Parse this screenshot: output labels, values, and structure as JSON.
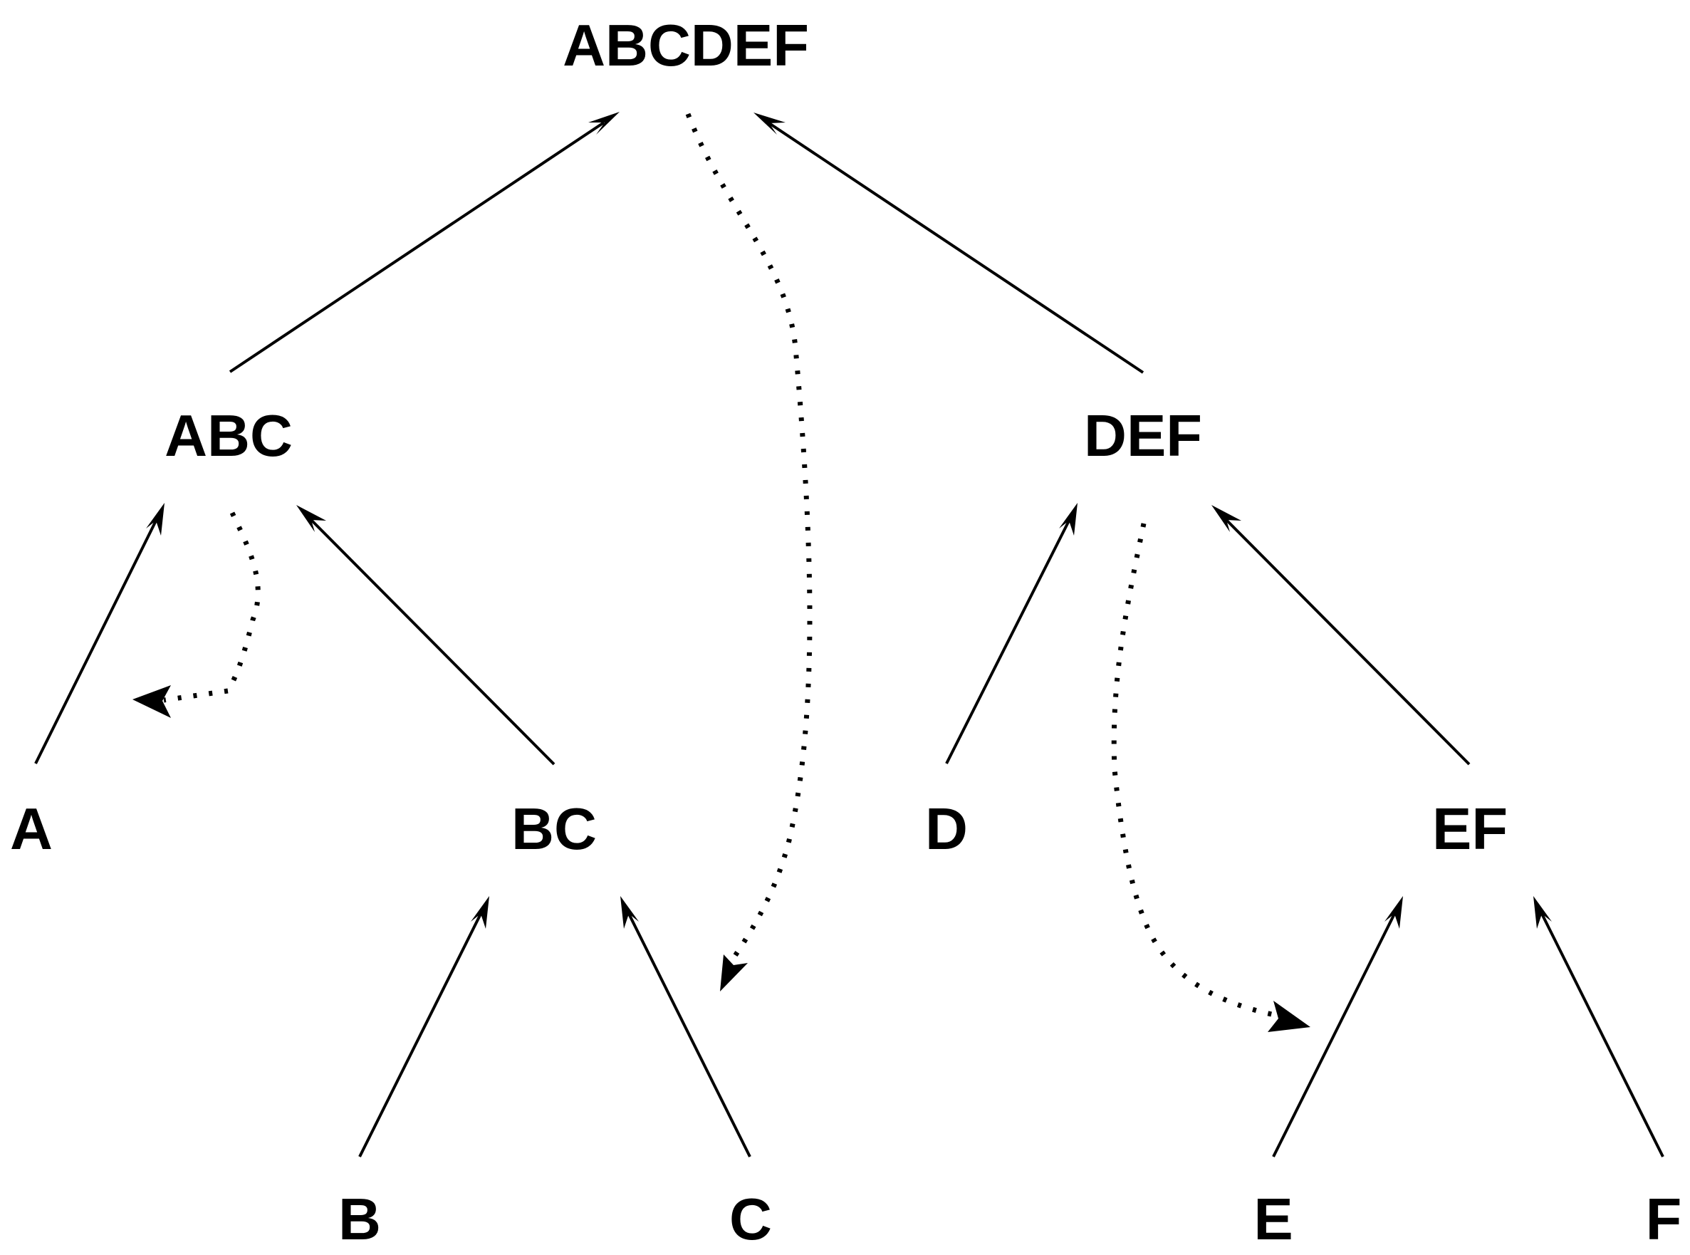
{
  "diagram": {
    "nodes": [
      {
        "id": "ABCDEF",
        "label": "ABCDEF"
      },
      {
        "id": "ABC",
        "label": "ABC"
      },
      {
        "id": "DEF",
        "label": "DEF"
      },
      {
        "id": "A",
        "label": "A"
      },
      {
        "id": "BC",
        "label": "BC"
      },
      {
        "id": "D",
        "label": "D"
      },
      {
        "id": "EF",
        "label": "EF"
      },
      {
        "id": "B",
        "label": "B"
      },
      {
        "id": "C",
        "label": "C"
      },
      {
        "id": "E",
        "label": "E"
      },
      {
        "id": "F",
        "label": "F"
      }
    ],
    "edges": [
      {
        "from": "ABC",
        "to": "ABCDEF",
        "style": "solid"
      },
      {
        "from": "DEF",
        "to": "ABCDEF",
        "style": "solid"
      },
      {
        "from": "A",
        "to": "ABC",
        "style": "solid"
      },
      {
        "from": "BC",
        "to": "ABC",
        "style": "solid"
      },
      {
        "from": "D",
        "to": "DEF",
        "style": "solid"
      },
      {
        "from": "EF",
        "to": "DEF",
        "style": "solid"
      },
      {
        "from": "B",
        "to": "BC",
        "style": "solid"
      },
      {
        "from": "C",
        "to": "BC",
        "style": "solid"
      },
      {
        "from": "E",
        "to": "EF",
        "style": "solid"
      },
      {
        "from": "F",
        "to": "EF",
        "style": "solid"
      },
      {
        "from": "ABCDEF",
        "to": "C",
        "style": "dotted"
      },
      {
        "from": "ABC",
        "to": "A",
        "style": "dotted"
      },
      {
        "from": "DEF",
        "to": "E",
        "style": "dotted"
      }
    ],
    "colors": {
      "line": "#000000",
      "background": "#ffffff"
    }
  }
}
